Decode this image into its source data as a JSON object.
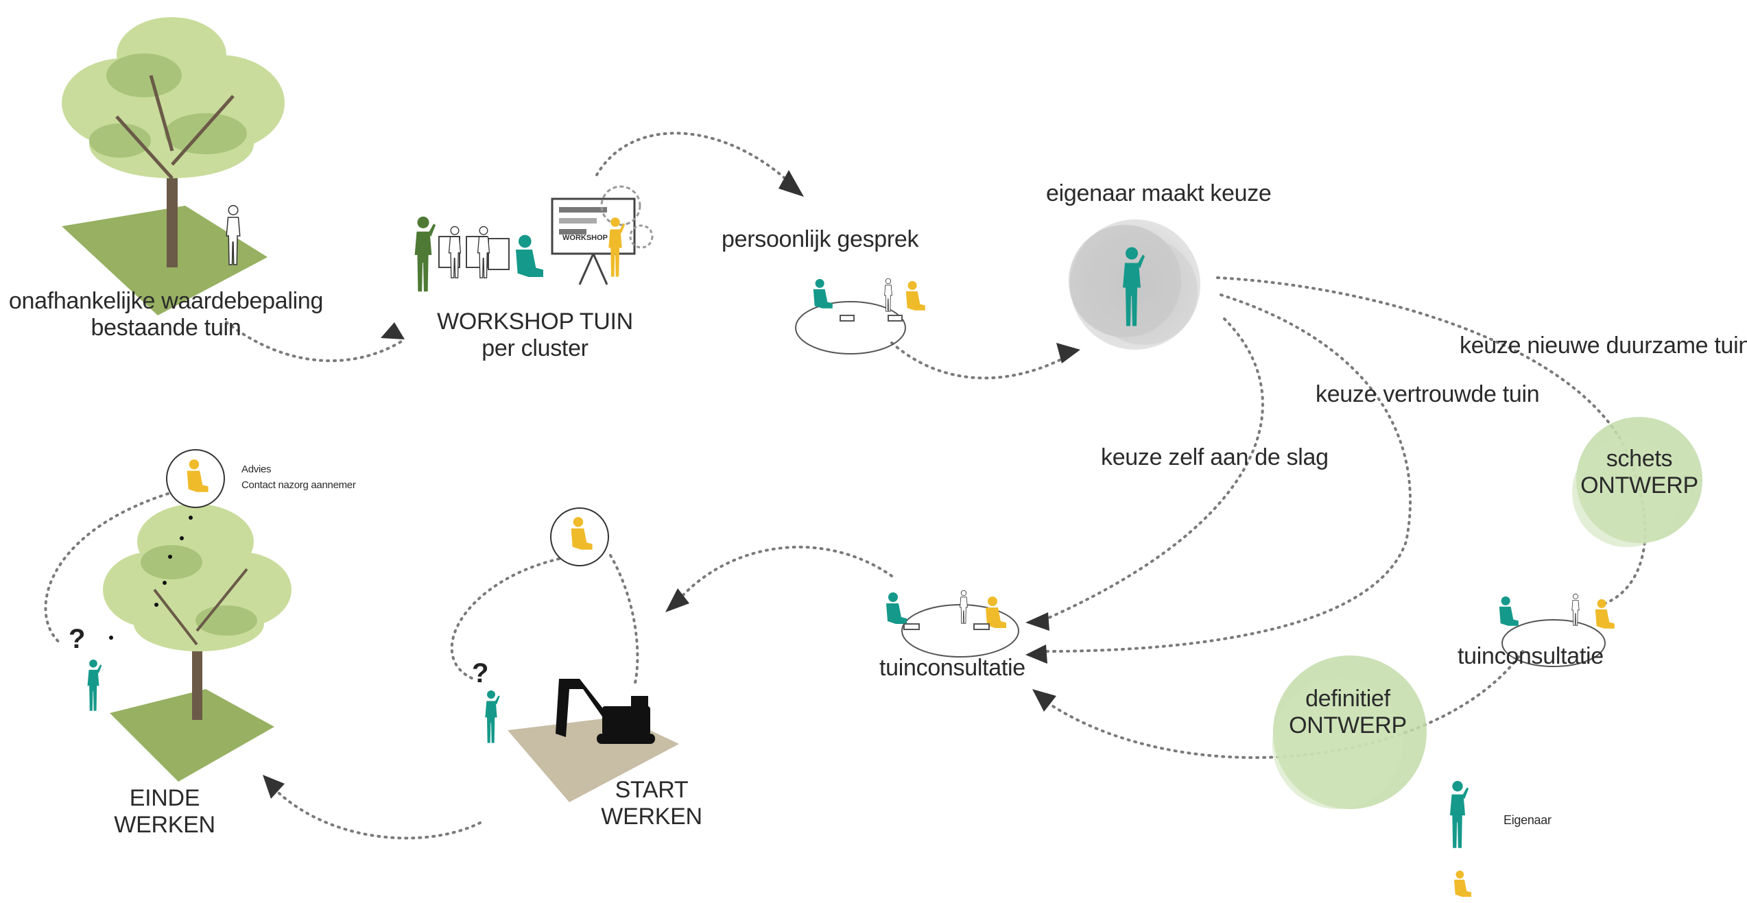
{
  "labels": {
    "independent_valuation_line1": "onafhankelijke waardebepaling",
    "independent_valuation_line2": "bestaande  tuin",
    "workshop_line1": "WORKSHOP TUIN",
    "workshop_line2": "per cluster",
    "workshop_board": "WORKSHOP",
    "personal_talk": "persoonlijk gesprek",
    "owner_choice": "eigenaar maakt keuze",
    "choice_new_garden": "keuze nieuwe duurzame tuin",
    "choice_familiar_garden": "keuze vertrouwde tuin",
    "choice_diy": "keuze zelf aan de slag",
    "sketch_design_line1": "schets",
    "sketch_design_line2": "ONTWERP",
    "final_design_line1": "definitief",
    "final_design_line2": "ONTWERP",
    "garden_consult_left": "tuinconsultatie",
    "garden_consult_right": "tuinconsultatie",
    "start_works_line1": "START",
    "start_works_line2": "WERKEN",
    "end_works_line1": "EINDE",
    "end_works_line2": "WERKEN",
    "advice_line1": "Advies",
    "advice_line2": "Contact nazorg aannemer",
    "legend_owner": "Eigenaar",
    "question_mark": "?"
  },
  "colors": {
    "owner_teal": "#15998a",
    "contractor_yellow": "#f0bb2a",
    "tree_canopy_light": "#c9dc9c",
    "tree_canopy_mid": "#a9c47a",
    "tree_canopy_dark": "#7f9c58",
    "lawn_green": "#97b062",
    "soil_beige": "#c8bda5",
    "design_circle_green": "#c3dca9",
    "choice_circle_grey": "#c7c7c7",
    "arrow_dotted": "#7a7a7a",
    "workshop_dark_green": "#4e7a35"
  }
}
